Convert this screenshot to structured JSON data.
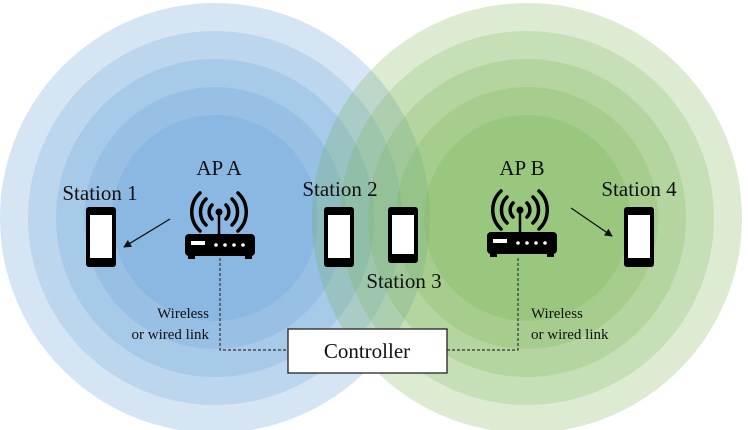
{
  "access_points": [
    {
      "label": "AP A",
      "color": "#5b9bd5"
    },
    {
      "label": "AP B",
      "color": "#70ad47"
    }
  ],
  "stations": [
    {
      "label": "Station 1"
    },
    {
      "label": "Station 2"
    },
    {
      "label": "Station 3"
    },
    {
      "label": "Station 4"
    }
  ],
  "links": [
    {
      "line1": "Wireless",
      "line2": "or wired link"
    },
    {
      "line1": "Wireless",
      "line2": "or wired link"
    }
  ],
  "controller": {
    "label": "Controller"
  }
}
